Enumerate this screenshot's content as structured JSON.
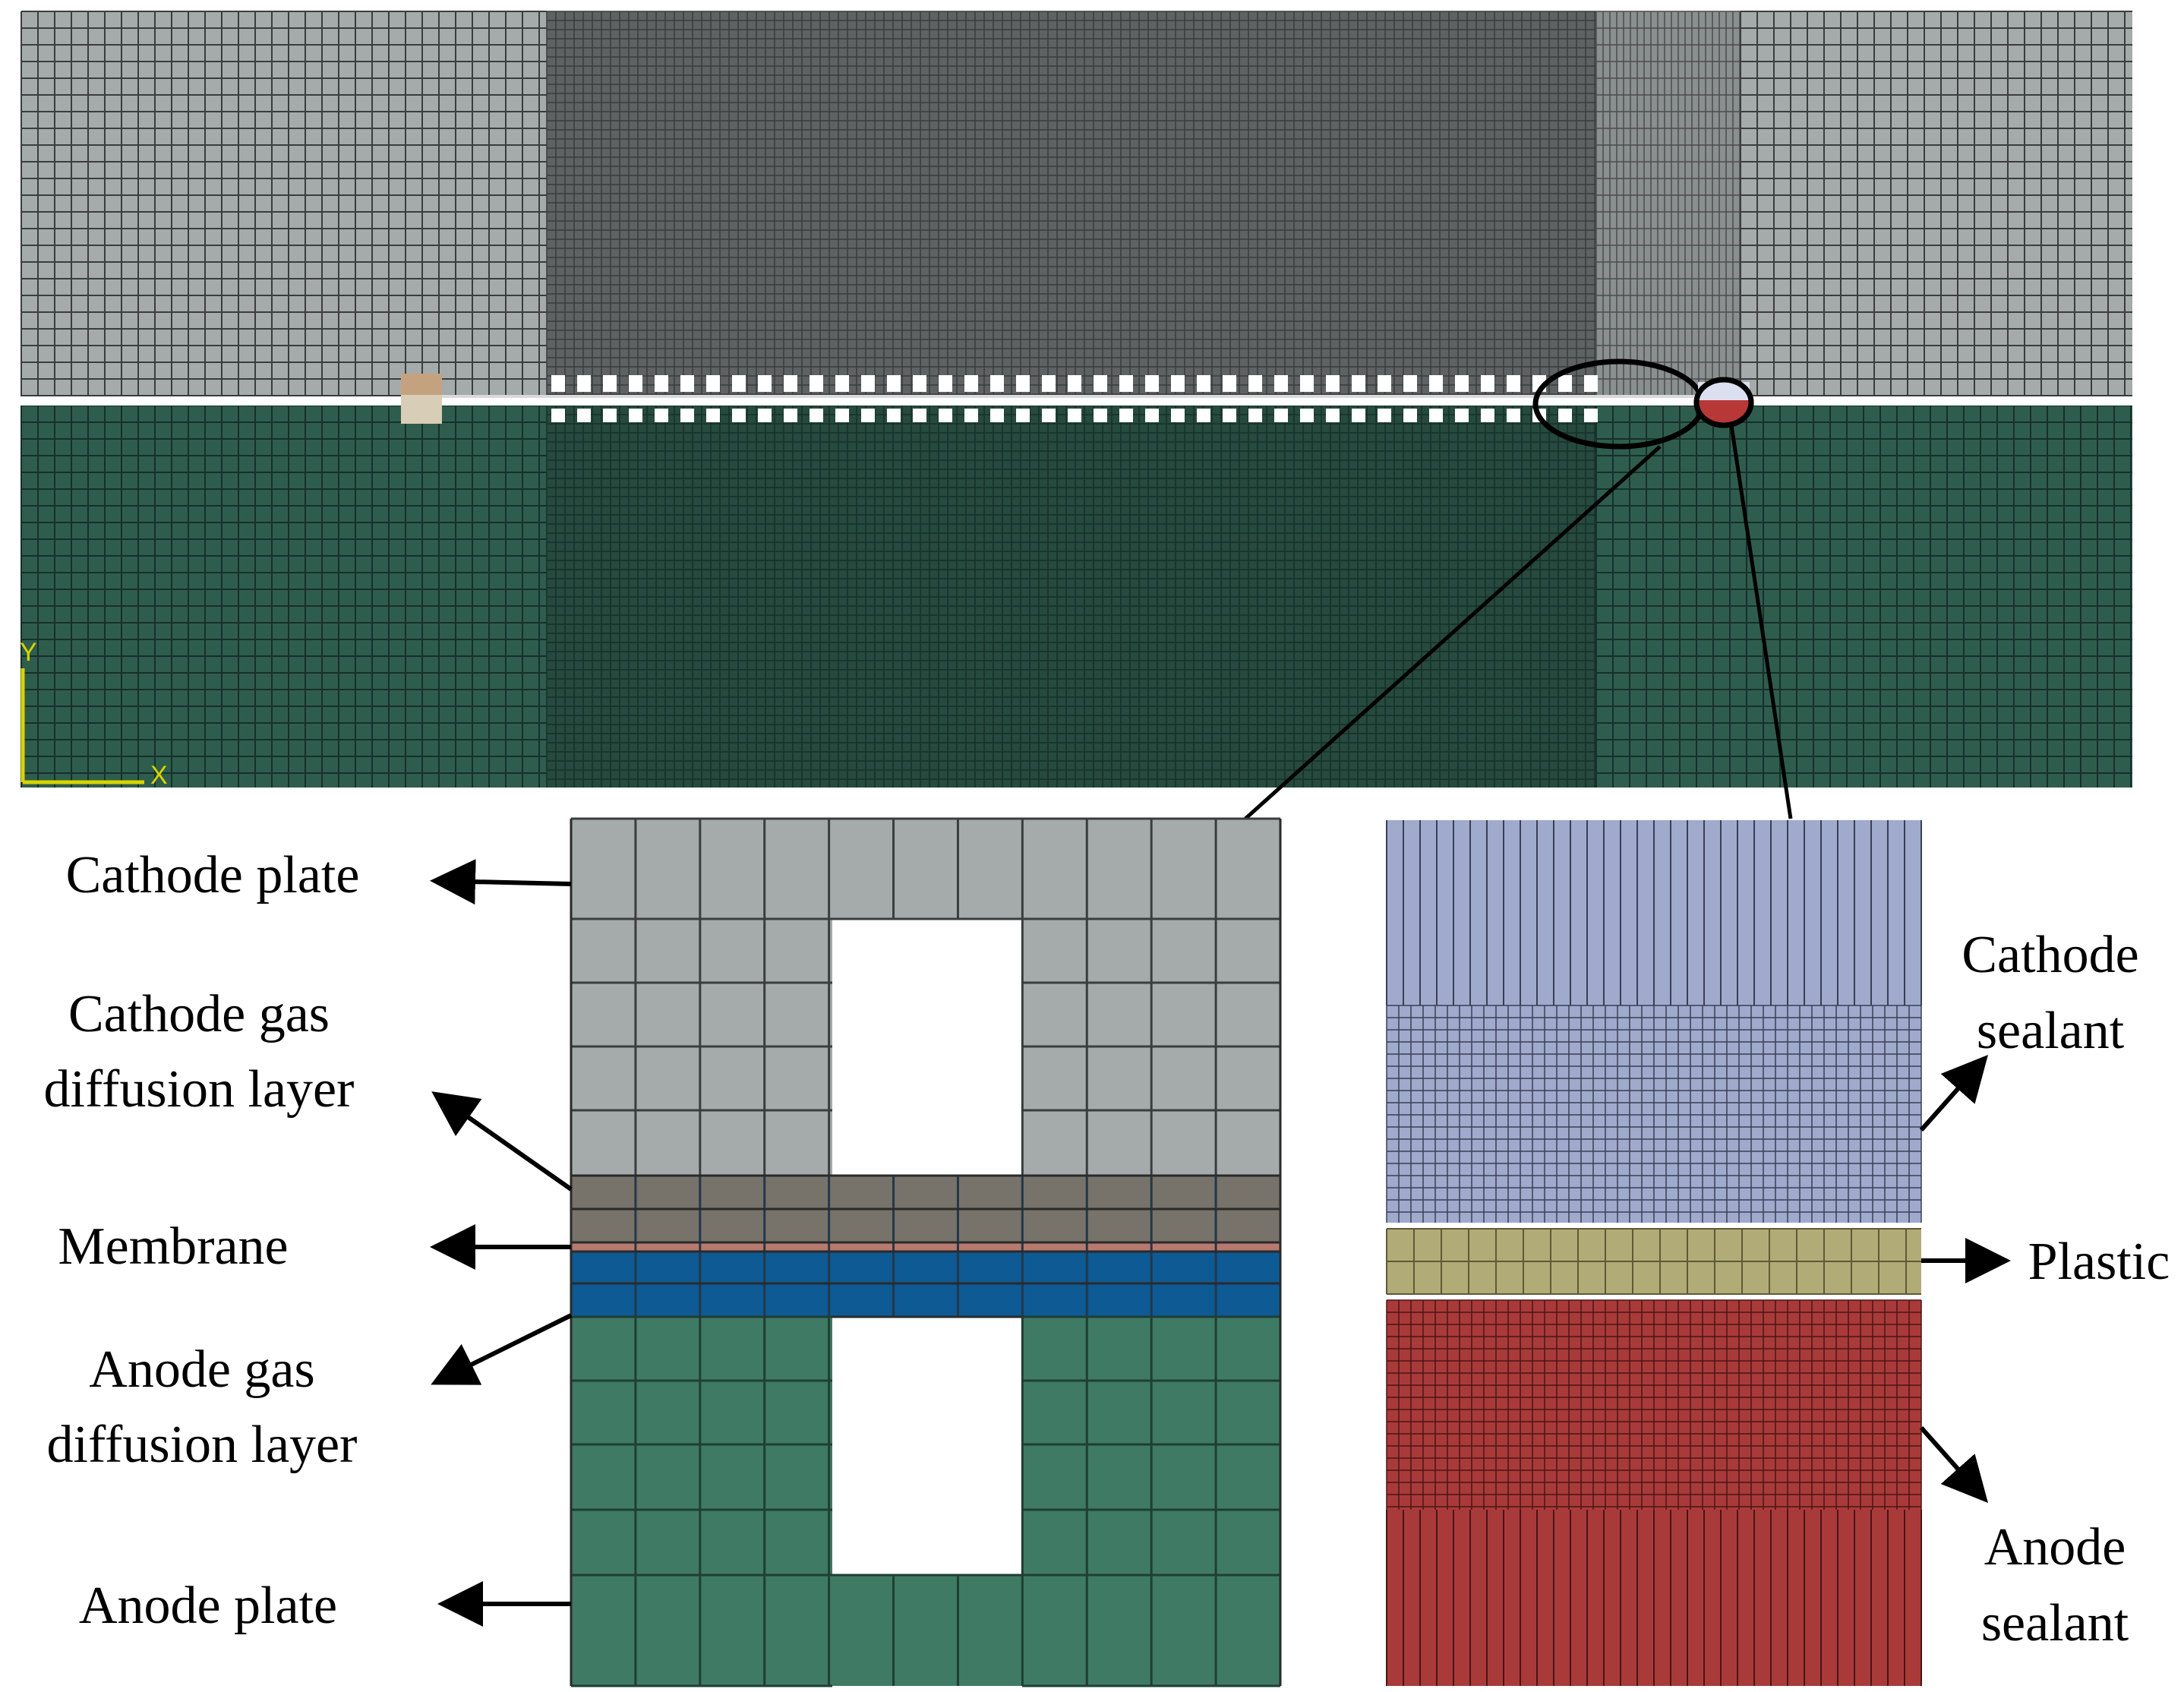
{
  "colors": {
    "background": "#ffffff",
    "cathode_plate": "#a5abab",
    "cathode_plate_dense": "#5f6262",
    "anode_plate": "#3f7a64",
    "anode_plate_top": "#2f5d4d",
    "anode_plate_dense": "#264a3d",
    "cathode_gdl": "#77736a",
    "membrane": "#b87a6e",
    "anode_gdl": "#0d5a94",
    "cathode_sealant": "#9faacd",
    "plastic": "#b1ab78",
    "anode_sealant": "#a93a3a",
    "grid_line": "#2e2e2e",
    "axis": "#d8d400",
    "arrow": "#000000"
  },
  "overview": {
    "axis_y_label": "Y",
    "axis_x_label": "X"
  },
  "labels": {
    "cathode_plate": "Cathode plate",
    "cathode_gdl_line1": "Cathode gas",
    "cathode_gdl_line2": "diffusion layer",
    "membrane": "Membrane",
    "anode_gdl_line1": "Anode gas",
    "anode_gdl_line2": "diffusion layer",
    "anode_plate": "Anode plate",
    "cathode_sealant_line1": "Cathode",
    "cathode_sealant_line2": "sealant",
    "plastic": "Plastic",
    "anode_sealant_line1": "Anode",
    "anode_sealant_line2": "sealant"
  }
}
